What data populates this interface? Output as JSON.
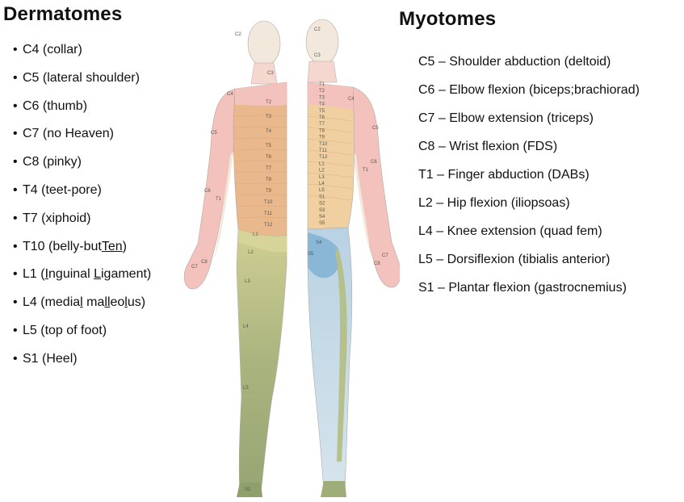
{
  "dermatomes": {
    "title": "Dermatomes",
    "bullet": "•",
    "items": [
      {
        "parts": [
          {
            "t": "C4 (collar)"
          }
        ]
      },
      {
        "parts": [
          {
            "t": "C5 (lateral shoulder)"
          }
        ]
      },
      {
        "parts": [
          {
            "t": "C6 (thumb)"
          }
        ]
      },
      {
        "parts": [
          {
            "t": "C7 (no Heaven)"
          }
        ]
      },
      {
        "parts": [
          {
            "t": "C8 (pinky)"
          }
        ]
      },
      {
        "parts": [
          {
            "t": "T4 (teet-pore)"
          }
        ]
      },
      {
        "parts": [
          {
            "t": "T7 (xiphoid)"
          }
        ]
      },
      {
        "parts": [
          {
            "t": "T10 (belly-but"
          },
          {
            "t": "Ten",
            "u": true
          },
          {
            "t": ")"
          }
        ]
      },
      {
        "parts": [
          {
            "t": "L1 ("
          },
          {
            "t": "I",
            "u": true
          },
          {
            "t": "nguinal "
          },
          {
            "t": "L",
            "u": true
          },
          {
            "t": "igament)"
          }
        ]
      },
      {
        "parts": [
          {
            "t": "L4 (media"
          },
          {
            "t": "l",
            "u": true
          },
          {
            "t": " ma"
          },
          {
            "t": "ll",
            "u": true
          },
          {
            "t": "eo"
          },
          {
            "t": "l",
            "u": true
          },
          {
            "t": "us)"
          }
        ]
      },
      {
        "parts": [
          {
            "t": "L5 (top of foot)"
          }
        ]
      },
      {
        "parts": [
          {
            "t": "S1 (Heel)"
          }
        ]
      }
    ]
  },
  "myotomes": {
    "title": "Myotomes",
    "items": [
      "C5 – Shoulder abduction (deltoid)",
      "C6 – Elbow flexion (biceps;brachiorad)",
      "C7 – Elbow extension (triceps)",
      "C8 – Wrist flexion (FDS)",
      "T1 – Finger abduction (DABs)",
      "L2 – Hip flexion (iliopsoas)",
      "L4 – Knee extension (quad fem)",
      "L5 – Dorsiflexion (tibialis anterior)",
      "S1 – Plantar flexion (gastrocnemius)"
    ]
  },
  "figure": {
    "front_labels": {
      "c2": "C2",
      "c3": "C3",
      "c4": "C4",
      "c5": "C5",
      "c6": "C6",
      "c7": "C7",
      "c8": "C8",
      "t1": "T1",
      "t2": "T2",
      "t3": "T3",
      "t4": "T4",
      "t5": "T5",
      "t6": "T6",
      "t7": "T7",
      "t8": "T8",
      "t9": "T9",
      "t10": "T10",
      "t11": "T11",
      "t12": "T12",
      "l1": "L1",
      "l2": "L2",
      "l3": "L3",
      "l4": "L4",
      "l5": "L5",
      "s1": "S1"
    },
    "back_labels": {
      "c2": "C2",
      "c3": "C3",
      "c4": "C4",
      "c5": "C5",
      "c6": "C6",
      "c7": "C7",
      "c8": "C8",
      "t1": "T1",
      "spine": [
        "T1",
        "T2",
        "T3",
        "T4",
        "T5",
        "T6",
        "T7",
        "T8",
        "T9",
        "T10",
        "T11",
        "T12",
        "L1",
        "L2",
        "L3",
        "L4",
        "L5",
        "S1",
        "S2",
        "S3",
        "S4",
        "S5"
      ],
      "s4": "S4",
      "s5": "S5"
    },
    "colors": {
      "cervical": "#f4c2bd",
      "thoracic": "#e9b88c",
      "lumbar_front": "#c8c98e",
      "lumbar_leg": "#a9b37e",
      "sacral": "#bcd3e3",
      "sacral_core": "#8bb7d6",
      "skin_pale": "#f3e8dc",
      "outline": "#b0a8a0"
    }
  }
}
